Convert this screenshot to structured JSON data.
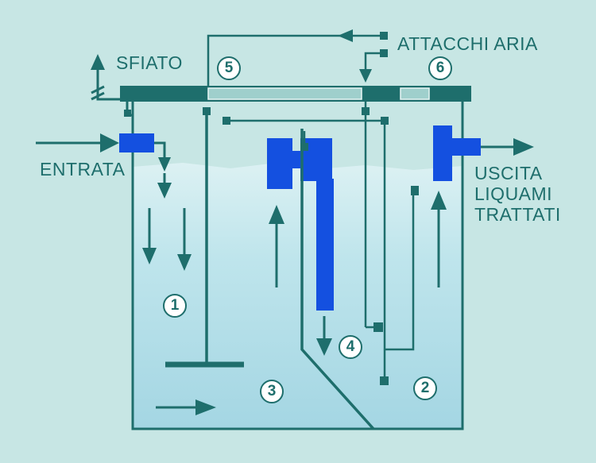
{
  "labels": {
    "vent": "SFIATO",
    "air": "ATTACCHI ARIA",
    "inlet": "ENTRATA",
    "outlet_1": "USCITA",
    "outlet_2": "LIQUAMI",
    "outlet_3": "TRATTATI"
  },
  "zones": {
    "z1": "1",
    "z2": "2",
    "z3": "3",
    "z4": "4",
    "z5": "5",
    "z6": "6"
  },
  "colors": {
    "background": "#c7e6e4",
    "structure": "#1e6e6c",
    "pipe": "#1450e0",
    "water": "#a9dce6"
  }
}
